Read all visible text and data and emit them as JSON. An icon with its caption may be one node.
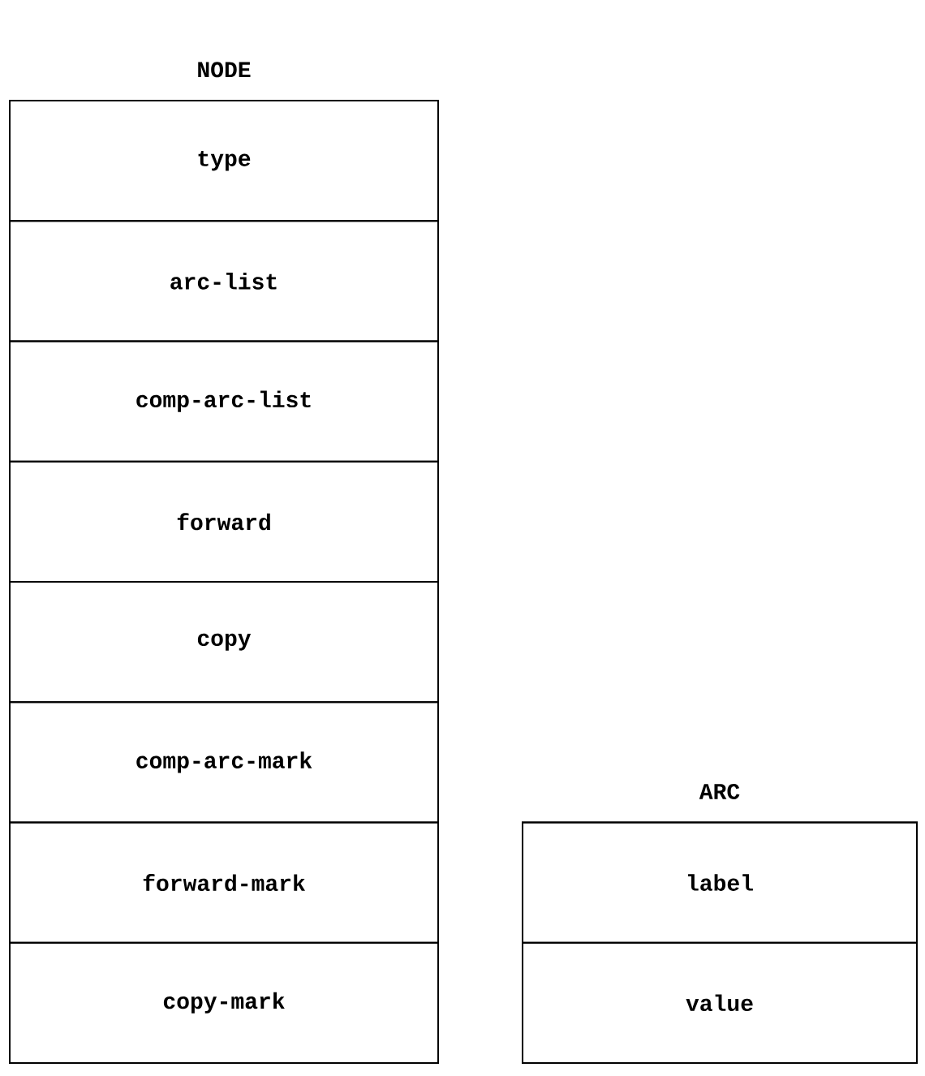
{
  "diagram": {
    "nodes": [
      {
        "text": [
          "NODE"
        ]
      },
      {
        "text": [
          "type"
        ],
        "in": 0
      },
      {
        "text": [
          "arc-list"
        ],
        "in": 0
      },
      {
        "text": [
          "comp-arc-list"
        ],
        "in": 0
      },
      {
        "text": [
          "forward"
        ],
        "in": 0
      },
      {
        "text": [
          "copy"
        ],
        "in": 0
      },
      {
        "text": [
          "comp-arc-mark"
        ],
        "in": 0
      },
      {
        "text": [
          "forward-mark"
        ],
        "in": 0
      },
      {
        "text": [
          "copy-mark"
        ],
        "in": 0
      },
      {
        "text": [
          "ARC"
        ]
      },
      {
        "text": [
          "label"
        ],
        "in": 9
      },
      {
        "text": [
          "value"
        ],
        "in": 9
      }
    ]
  }
}
